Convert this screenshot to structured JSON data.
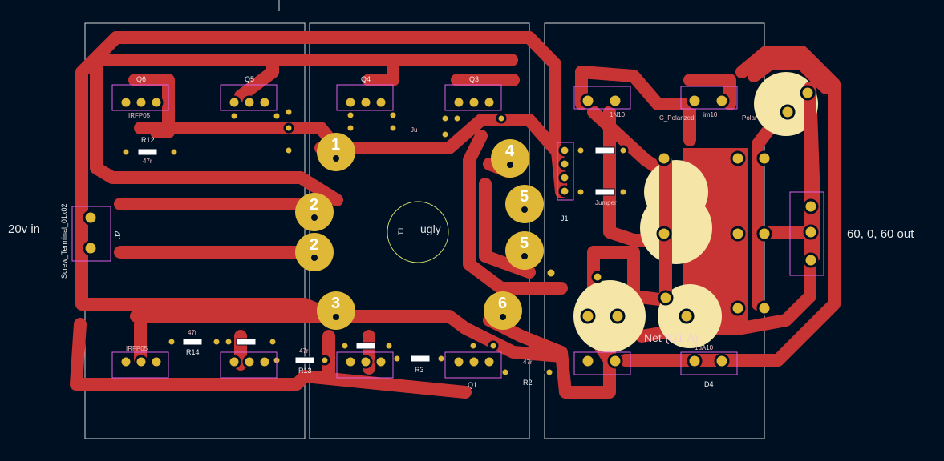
{
  "board": {
    "colors": {
      "background": "#001023",
      "copper": "#c83434",
      "pad": "#e0b838",
      "outline": "#d8d8d8",
      "silkscreen": "#e060e0",
      "highlight": "#f5e6a8"
    },
    "connectors": {
      "input_label": "20v in",
      "output_label": "60, 0, 60 out",
      "input_ref": "J2",
      "input_footprint": "Screw_Terminal_01x02",
      "header_ref": "J1"
    },
    "net_label": "Net-(D1-A)",
    "center_label": "ugly",
    "center_ref": "T1",
    "transformer_pads": [
      {
        "id": "1",
        "value": "1"
      },
      {
        "id": "2a",
        "value": "2"
      },
      {
        "id": "2b",
        "value": "2"
      },
      {
        "id": "3",
        "value": "3"
      },
      {
        "id": "4",
        "value": "4"
      },
      {
        "id": "5a",
        "value": "5"
      },
      {
        "id": "5b",
        "value": "5"
      },
      {
        "id": "6",
        "value": "6"
      }
    ],
    "components": {
      "top_mosfets": [
        "Q6",
        "Q5",
        "Q4",
        "Q3"
      ],
      "top_mosfet_value": "IRFP05",
      "bottom_mosfet_value": "IRFP05",
      "bottom_mosfet_ref": "Q1",
      "top_resistor_ref": "R12",
      "top_resistor_value": "47r",
      "bottom_resistors": [
        {
          "ref": "R14",
          "value": "47r"
        },
        {
          "ref": "R13",
          "value": "47r"
        },
        {
          "ref": "R3",
          "value": ""
        },
        {
          "ref": "R2",
          "value": "47r"
        }
      ],
      "diode_top": "1N10",
      "diode_top_right": "im10",
      "diode_bottom": "1uA10",
      "diode_bottom_ref": "D4",
      "cap_label_1": "C_Polarized",
      "cap_label_2": "Polar",
      "jumper_label": "Jumper",
      "jumper_label_short": "Ju"
    }
  }
}
